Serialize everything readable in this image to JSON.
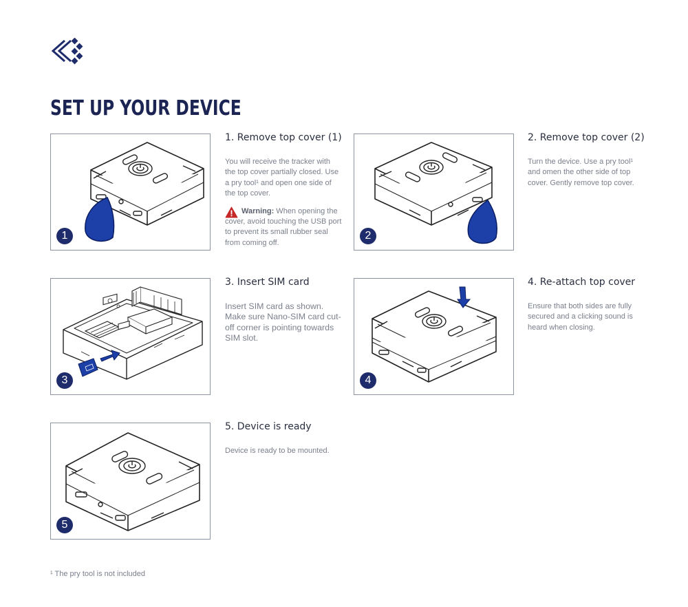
{
  "page_title": "SET UP YOUR DEVICE",
  "logo_icon": "chevron-diamond-logo-icon",
  "colors": {
    "navy": "#1f2c6c",
    "accent_blue": "#1d3fa8",
    "warning_red": "#c62828",
    "border": "#8b93a3",
    "muted_text": "#7a7f8c"
  },
  "steps": [
    {
      "number": "1",
      "heading": "1. Remove top cover (1)",
      "body": "You will receive the tracker with the top cover partially closed. Use a pry tool¹ and open one side of the top cover.",
      "warning_label": "Warning:",
      "warning_text": " When opening the cover, avoid touching the USB port to prevent its small rubber seal from coming off.",
      "warning_icon": "warning-triangle-icon"
    },
    {
      "number": "2",
      "heading": "2. Remove top cover (2)",
      "body": "Turn the device. Use a pry tool¹ and omen the other side of top cover. Gently remove top cover."
    },
    {
      "number": "3",
      "heading": "3. Insert SIM card",
      "body": "Insert SIM card as shown. Make sure Nano-SIM card cut-off corner is pointing towards SIM slot."
    },
    {
      "number": "4",
      "heading": "4. Re-attach top cover",
      "body": "Ensure that both sides are fully secured and a clicking sound is heard when closing."
    },
    {
      "number": "5",
      "heading": "5. Device is ready",
      "body": "Device is ready to be mounted."
    }
  ],
  "footnote": "¹ The pry tool is not included"
}
